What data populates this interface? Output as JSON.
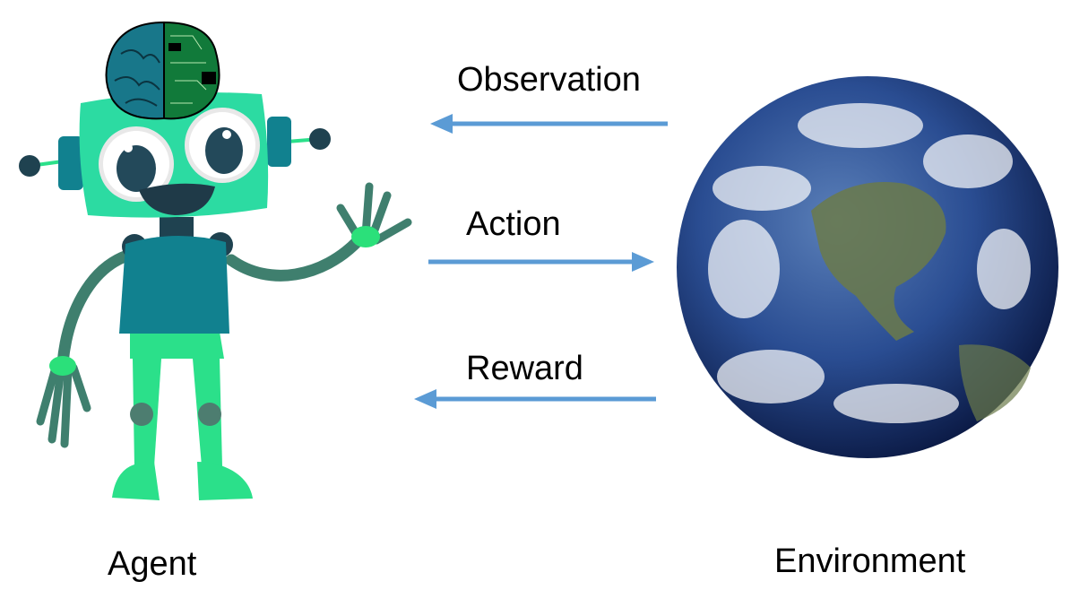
{
  "labels": {
    "observation": "Observation",
    "action": "Action",
    "reward": "Reward",
    "agent": "Agent",
    "environment": "Environment"
  },
  "colors": {
    "arrow": "#5b9bd5",
    "robot_head": "#2cdba2",
    "robot_body": "#11818f",
    "robot_dark": "#1f4250",
    "earth_ocean": "#1c3a7a"
  }
}
